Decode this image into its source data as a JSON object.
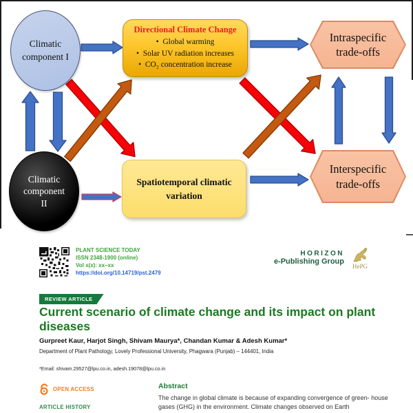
{
  "diagram": {
    "nodes": {
      "climatic1": {
        "label_line1": "Climatic",
        "label_line2": "component I"
      },
      "climatic2": {
        "label_line1": "Climatic",
        "label_line2": "component",
        "label_line3": "II"
      },
      "directional": {
        "title": "Directional Climate Change",
        "items": [
          "Global warming",
          "Solar UV radiation increases",
          "CO₂ concentration increase"
        ]
      },
      "spatiotemporal": {
        "label_line1": "Spatiotemporal climatic",
        "label_line2": "variation"
      },
      "intraspecific": {
        "label_line1": "Intraspecific",
        "label_line2": "trade-offs"
      },
      "interspecific": {
        "label_line1": "Interspecific",
        "label_line2": "trade-offs"
      }
    },
    "connectors": [
      {
        "id": "c1_dcc",
        "from": "climatic1",
        "to": "directional",
        "color": "blue"
      },
      {
        "id": "dcc_intra",
        "from": "directional",
        "to": "intraspecific",
        "color": "blue"
      },
      {
        "id": "c2_spat",
        "from": "climatic2",
        "to": "spatiotemporal",
        "color": "blue",
        "outline": "pink_outline"
      },
      {
        "id": "spat_inter",
        "from": "spatiotemporal",
        "to": "interspecific",
        "color": "blue"
      },
      {
        "id": "up_left",
        "from": "climatic2",
        "to": "climatic1",
        "color": "blue"
      },
      {
        "id": "down_left",
        "from": "climatic1",
        "to": "climatic2",
        "color": "blue"
      },
      {
        "id": "red_left",
        "from": "climatic1",
        "to": "spatiotemporal",
        "color": "red"
      },
      {
        "id": "orange_left",
        "from": "climatic2",
        "to": "directional",
        "color": "orange"
      },
      {
        "id": "red_right",
        "from": "directional",
        "to": "interspecific",
        "color": "red"
      },
      {
        "id": "orange_right",
        "from": "spatiotemporal",
        "to": "intraspecific",
        "color": "orange"
      },
      {
        "id": "up_mid",
        "from": "interspecific",
        "to": "intraspecific",
        "color": "blue"
      },
      {
        "id": "down_mid",
        "from": "intraspecific",
        "to": "interspecific",
        "color": "blue"
      }
    ],
    "colors": {
      "blue": "#4472c4",
      "blue_outline": "#2c4e8f",
      "red": "#f80007",
      "red_outline": "#a60000",
      "orange": "#c45911",
      "orange_outline": "#7f3b00",
      "pink_outline": "#d23a5a"
    }
  },
  "journal": {
    "name": "PLANT SCIENCE TODAY",
    "issn": "ISSN 2348-1900 (online)",
    "volume": "Vol x(x): xx–xx",
    "doi": "https://doi.org/10.14719/pst.2479",
    "publisher_line1": "HORIZON",
    "publisher_line2": "e-Publishing Group",
    "publisher_logo_label": "HePG"
  },
  "article": {
    "type_badge": "REVIEW ARTICLE",
    "title": "Current scenario of climate change and its impact on plant diseases",
    "authors": "Gurpreet Kaur, Harjot Singh, Shivam Maurya*, Chandan Kumar & Adesh Kumar*",
    "affiliation": "Department of Plant Pathology, Lovely Professional University, Phagwara (Punjab) – 144401, India",
    "email_line": "*Email: shivam.29527@lpu.co.in, adesh.19078@lpu.co.in",
    "open_access_label": "OPEN ACCESS",
    "article_history_label": "ARTICLE HISTORY",
    "abstract_heading": "Abstract",
    "abstract_lines": [
      "The change in global climate is because of expanding convergence of green-",
      "house gases (GHG) in the environment. Climate changes observed on Earth"
    ]
  },
  "icons": {
    "qr_code": "qr-code",
    "open_access_lock": "open-lock-icon",
    "publisher_lion": "lion-logo"
  }
}
